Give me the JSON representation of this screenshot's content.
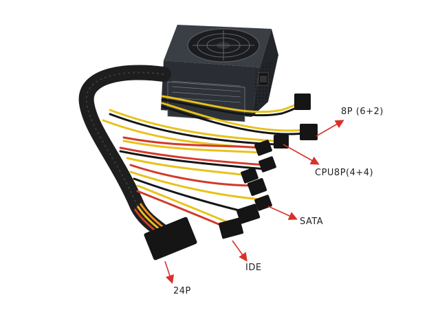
{
  "labels": {
    "pcie": "8P (6+2)",
    "cpu": "CPU8P(4+4)",
    "sata": "SATA",
    "ide": "IDE",
    "atx": "24P"
  },
  "colors": {
    "arrow": "#d8312a",
    "psu_body": "#2a2d33",
    "sleeve": "#1e1e1e",
    "wire_yellow": "#e8c21a",
    "wire_red": "#d23a2a",
    "wire_black": "#151515",
    "connector": "#151515"
  }
}
